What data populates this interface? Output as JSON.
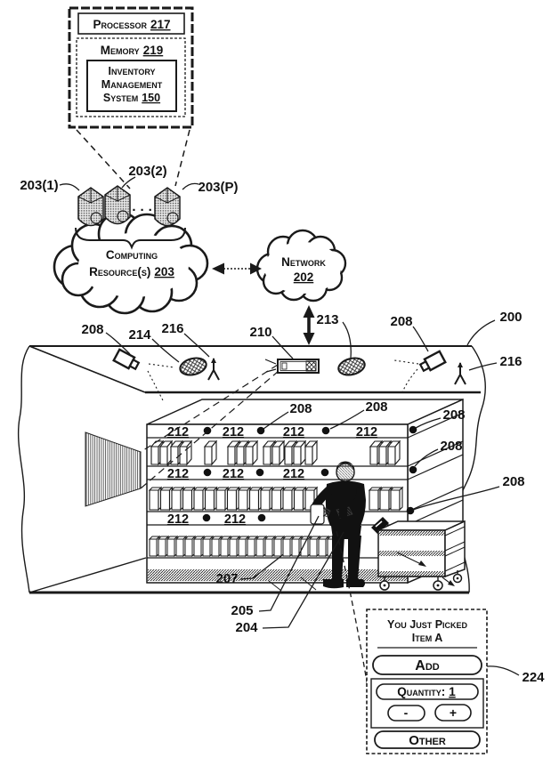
{
  "diagram": {
    "computer": {
      "processor": "Processor",
      "processor_ref": "217",
      "memory": "Memory",
      "memory_ref": "219",
      "ims1": "Inventory",
      "ims2": "Management",
      "ims3": "System",
      "ims_ref": "150"
    },
    "computing": {
      "server1": "203(1)",
      "server2": "203(2)",
      "serverP": "203(P)",
      "ellipsis": "· · ·",
      "cloud1": "Computing",
      "cloud2": "Resource(s)",
      "cloud_ref": "203"
    },
    "network": {
      "name": "Network",
      "ref": "202"
    },
    "refs": {
      "r200": "200",
      "r204": "204",
      "r205": "205",
      "r207": "207",
      "r208": "208",
      "r210": "210",
      "r212": "212",
      "r213": "213",
      "r214": "214",
      "r216": "216",
      "r224": "224"
    },
    "panel": {
      "title1": "You Just Picked",
      "title2": "Item A",
      "add": "Add",
      "quantity": "Quantity:",
      "quantity_value": "1",
      "minus": "-",
      "plus": "+",
      "other": "Other"
    }
  }
}
